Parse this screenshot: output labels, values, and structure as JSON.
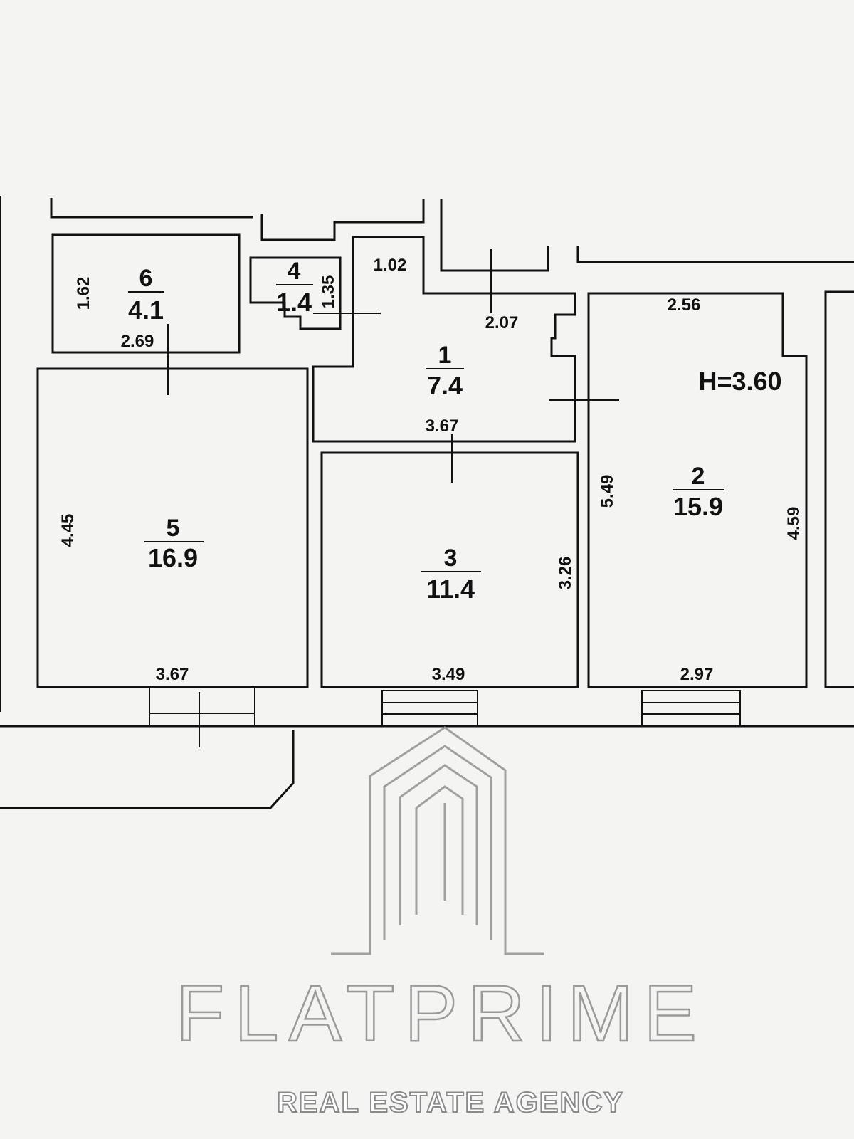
{
  "rooms": [
    {
      "id": "1",
      "number": "1",
      "area": "7.4"
    },
    {
      "id": "2",
      "number": "2",
      "area": "15.9"
    },
    {
      "id": "3",
      "number": "3",
      "area": "11.4"
    },
    {
      "id": "4",
      "number": "4",
      "area": "1.4"
    },
    {
      "id": "5",
      "number": "5",
      "area": "16.9"
    },
    {
      "id": "6",
      "number": "6",
      "area": "4.1"
    }
  ],
  "dimensions": {
    "room6_height": "1.62",
    "room6_width": "2.69",
    "room4_height": "1.35",
    "room1_top": "1.02",
    "room1_right": "2.07",
    "room1_bottom": "3.67",
    "room2_top": "2.56",
    "room2_left": "5.49",
    "room2_right": "4.59",
    "room2_bottom": "2.97",
    "room3_right": "3.26",
    "room3_bottom": "3.49",
    "room5_left": "4.45",
    "room5_bottom": "3.67"
  },
  "ceiling_height": "H=3.60",
  "watermark": {
    "brand": "FLATPRIME",
    "tagline": "REAL ESTATE AGENCY"
  }
}
